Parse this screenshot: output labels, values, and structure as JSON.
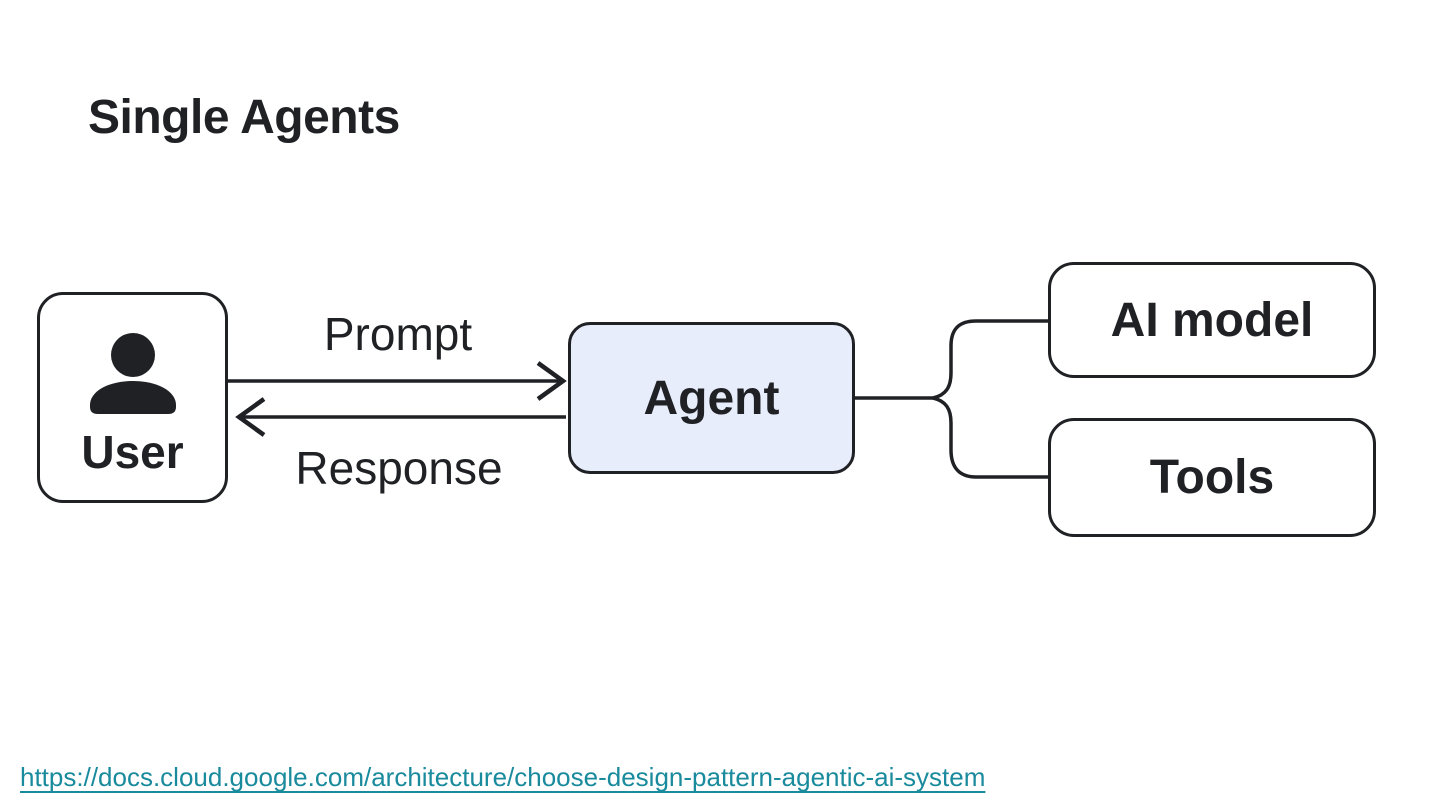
{
  "title": "Single Agents",
  "diagram": {
    "user_box": {
      "label": "User"
    },
    "agent_box": {
      "label": "Agent"
    },
    "ai_model_box": {
      "label": "AI model"
    },
    "tools_box": {
      "label": "Tools"
    },
    "prompt_label": "Prompt",
    "response_label": "Response"
  },
  "footer": {
    "link": "https://docs.cloud.google.com/architecture/choose-design-pattern-agentic-ai-system"
  },
  "colors": {
    "ink": "#1f2125",
    "agent_fill": "#e8edfb",
    "link": "#1a8a9d"
  }
}
